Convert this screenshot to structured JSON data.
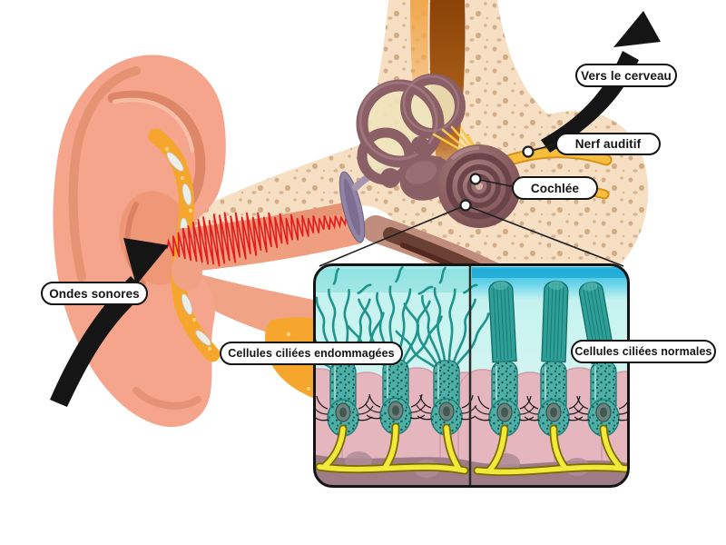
{
  "diagram": {
    "labels": {
      "to_brain": "Vers le cerveau",
      "auditory_nerve": "Nerf auditif",
      "cochlea": "Cochlée",
      "sound_waves": "Ondes sonores",
      "damaged_hair_cells": "Cellules ciliées endommagées",
      "normal_hair_cells": "Cellules ciliées normales"
    },
    "colors": {
      "sound_wave_red": "#E41E20",
      "nerve_yellow": "#F6BE3C",
      "hair_cell_teal": "#2FA099",
      "tectorial_membrane_blue": "#25B2DC",
      "nerve_fiber_yellow": "#F2EA3B",
      "support_cell_pink": "#E5B6BE",
      "bone_beige": "#F7DFC3",
      "skin_pink": "#F4A58C",
      "inner_ear_brown": "#8A5F66",
      "cartilage_orange": "#F6A62C",
      "inset_background_cyan": "#CDF4F1",
      "label_ink": "#141414",
      "label_bg": "#FFFFFF"
    }
  }
}
